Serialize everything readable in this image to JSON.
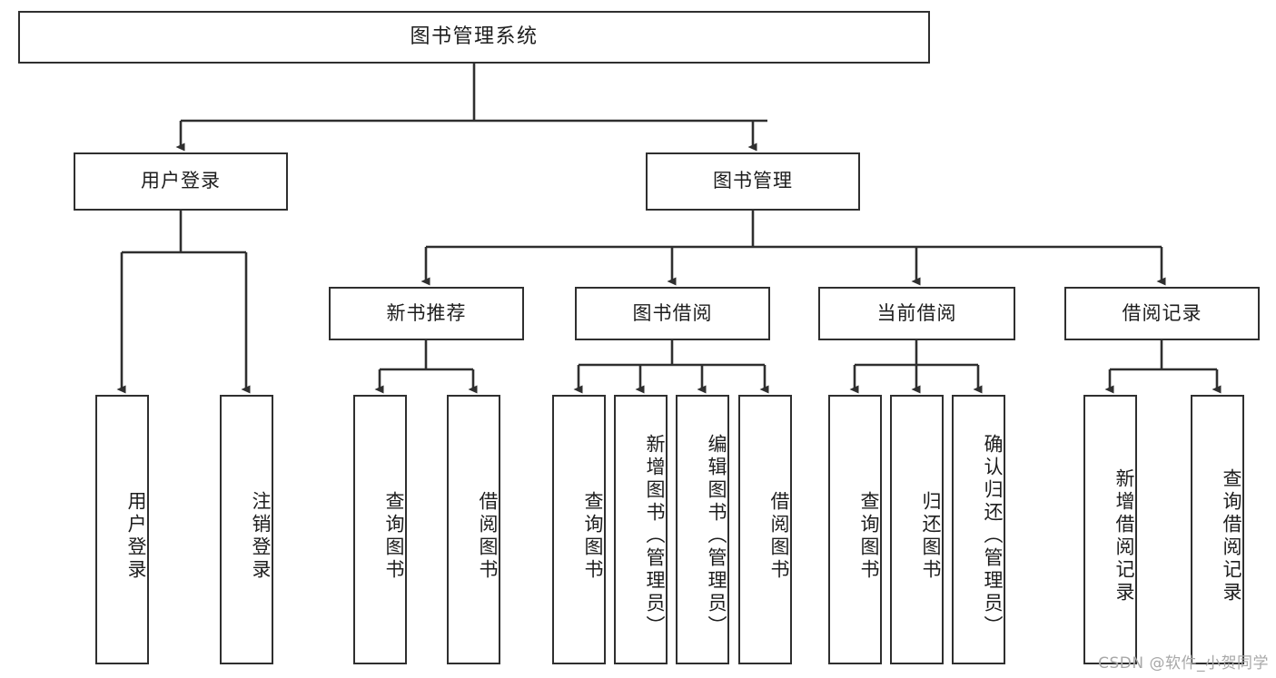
{
  "diagram": {
    "type": "tree-hierarchy-flowchart",
    "orientation": "top-down",
    "root": {
      "id": "root",
      "label": "图书管理系统"
    },
    "level2": [
      {
        "id": "user-login",
        "label": "用户登录"
      },
      {
        "id": "book-management",
        "label": "图书管理"
      }
    ],
    "level3": [
      {
        "id": "new-book-recommend",
        "label": "新书推荐",
        "parent": "book-management"
      },
      {
        "id": "book-borrow",
        "label": "图书借阅",
        "parent": "book-management"
      },
      {
        "id": "current-borrow",
        "label": "当前借阅",
        "parent": "book-management"
      },
      {
        "id": "borrow-record",
        "label": "借阅记录",
        "parent": "book-management"
      }
    ],
    "leaves": [
      {
        "id": "leaf-user-login",
        "label": "用户登录",
        "parent": "user-login"
      },
      {
        "id": "leaf-logout-login",
        "label": "注销登录",
        "parent": "user-login"
      },
      {
        "id": "leaf-query-book-1",
        "label": "查询图书",
        "parent": "new-book-recommend"
      },
      {
        "id": "leaf-borrow-book-1",
        "label": "借阅图书",
        "parent": "new-book-recommend"
      },
      {
        "id": "leaf-query-book-2",
        "label": "查询图书",
        "parent": "book-borrow"
      },
      {
        "id": "leaf-add-book",
        "label": "新增图书（管理员）",
        "parent": "book-borrow"
      },
      {
        "id": "leaf-edit-book",
        "label": "编辑图书（管理员）",
        "parent": "book-borrow"
      },
      {
        "id": "leaf-borrow-book-2",
        "label": "借阅图书",
        "parent": "book-borrow"
      },
      {
        "id": "leaf-query-book-3",
        "label": "查询图书",
        "parent": "current-borrow"
      },
      {
        "id": "leaf-return-book",
        "label": "归还图书",
        "parent": "current-borrow"
      },
      {
        "id": "leaf-confirm-return",
        "label": "确认归还（管理员）",
        "parent": "current-borrow"
      },
      {
        "id": "leaf-add-record",
        "label": "新增借阅记录",
        "parent": "borrow-record"
      },
      {
        "id": "leaf-query-record",
        "label": "查询借阅记录",
        "parent": "borrow-record"
      }
    ]
  },
  "watermark": {
    "text": "CSDN @软件_小贺同学"
  },
  "colors": {
    "box_border": "#2f2f2f",
    "box_fill": "#ffffff",
    "connector": "#2f2f2f",
    "text": "#1d1d1d",
    "watermark": "#a8a8a8",
    "background": "#ffffff"
  }
}
